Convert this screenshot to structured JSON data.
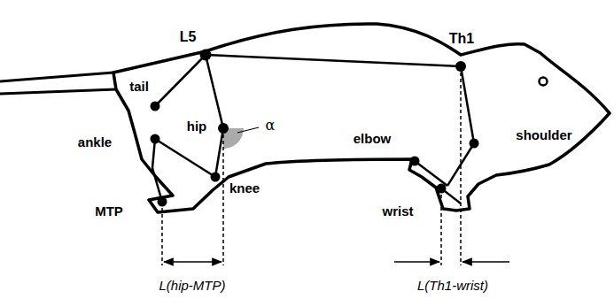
{
  "diagram": {
    "labels": [
      "L5",
      "Th1",
      "tail",
      "hip",
      "α",
      "ankle",
      "elbow",
      "shoulder",
      "knee",
      "MTP",
      "wrist",
      "L(hip-MTP)",
      "L(Th1-wrist)"
    ]
  }
}
